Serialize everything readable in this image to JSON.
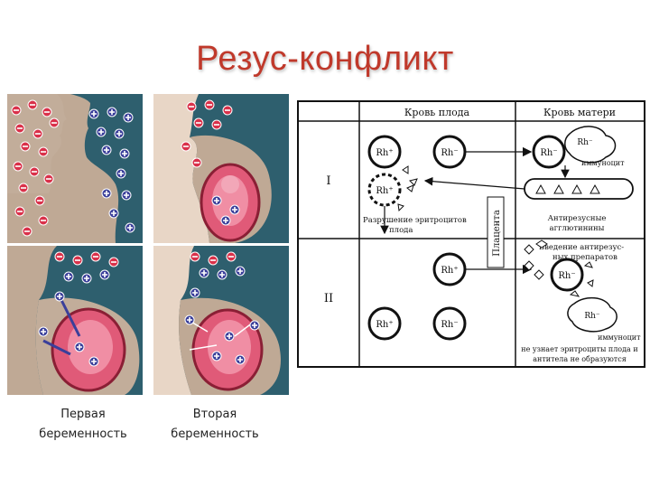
{
  "title": "Резус-конфликт",
  "captions": {
    "first": [
      "Первая",
      "беременность"
    ],
    "second": [
      "Вторая",
      "беременность"
    ]
  },
  "table": {
    "col_fetal": "Кровь плода",
    "col_maternal": "Кровь матери",
    "row_1": "I",
    "row_2": "II",
    "placenta": "Плацента",
    "rh_pos": "Rh⁺",
    "rh_neg": "Rh⁻",
    "immunocyte": "иммуноцит",
    "destruction": [
      "Разрушение эритроцитов",
      "плода"
    ],
    "antibodies": [
      "Антирезусные",
      "агглютинины"
    ],
    "anti_rh_intro": [
      "Введение антирезус-",
      "ных препаратов"
    ],
    "not_recognize": [
      "не узнает эритроциты плода и",
      "антитела не образуются"
    ]
  },
  "colors": {
    "title": "#c0392b",
    "panel_bg": "#bfa995",
    "panel_dark": "#2e5f6e",
    "uterus": "#e05a78",
    "cell_red": "#d9314a",
    "cell_blue": "#3a3f9a"
  }
}
